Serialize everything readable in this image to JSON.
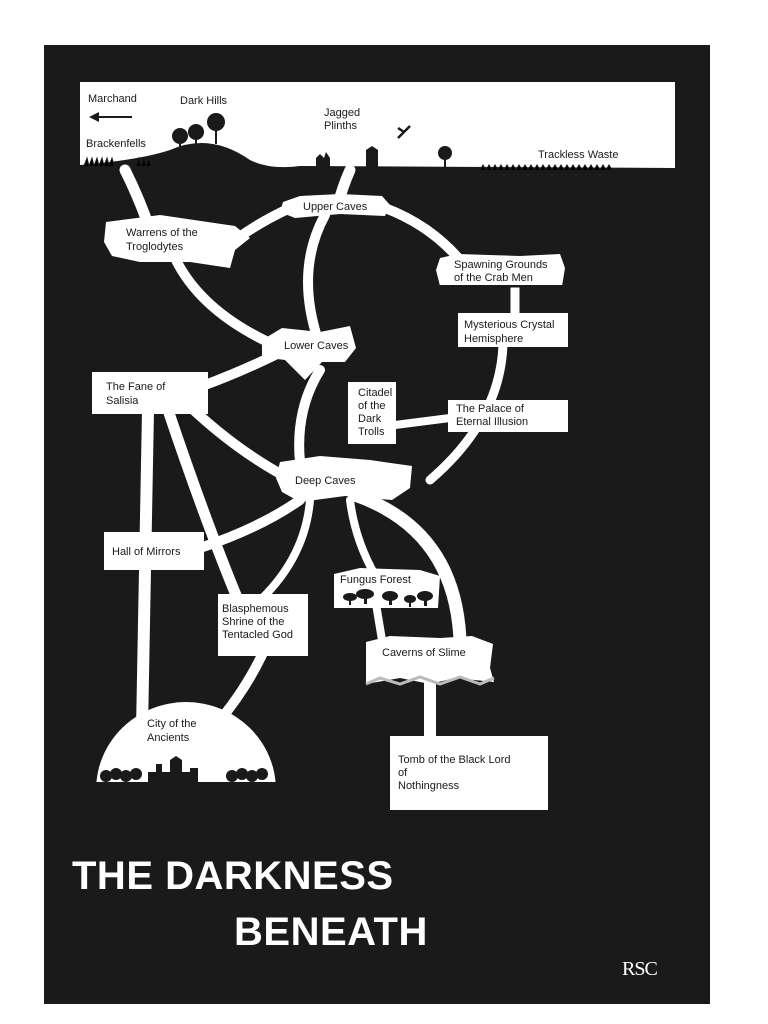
{
  "title": {
    "line1": "THE DARKNESS",
    "line2": "BENEATH"
  },
  "signature": "RSC",
  "colors": {
    "background": "#1a1a1a",
    "paths": "#ffffff",
    "text": "#1a1a1a"
  },
  "surface": {
    "marchand": "Marchand",
    "dark_hills": "Dark Hills",
    "brackenfells": "Brackenfells",
    "jagged_plinths": [
      "Jagged",
      "Plinths"
    ],
    "trackless_waste": "Trackless Waste",
    "arrow_icon": "arrow-left-icon"
  },
  "locations": {
    "upper_caves": [
      "Upper Caves"
    ],
    "warrens": [
      "Warrens of the",
      "Troglodytes"
    ],
    "spawning": [
      "Spawning Grounds",
      "of the Crab Men"
    ],
    "crystal": [
      "Mysterious Crystal",
      "Hemisphere"
    ],
    "lower_caves": [
      "Lower Caves"
    ],
    "fane": [
      "The Fane of",
      "Salisia"
    ],
    "citadel": [
      "Citadel",
      "of the",
      "Dark",
      "Trolls"
    ],
    "palace": [
      "The Palace of",
      "Eternal Illusion"
    ],
    "deep_caves": [
      "Deep Caves"
    ],
    "hall": [
      "Hall of Mirrors"
    ],
    "fungus": [
      "Fungus Forest"
    ],
    "shrine": [
      "Blasphemous",
      "Shrine of the",
      "Tentacled God"
    ],
    "slime": [
      "Caverns of Slime"
    ],
    "city": [
      "City of the",
      "Ancients"
    ],
    "tomb": [
      "Tomb  of the Black Lord",
      "of",
      "Nothingness"
    ]
  }
}
